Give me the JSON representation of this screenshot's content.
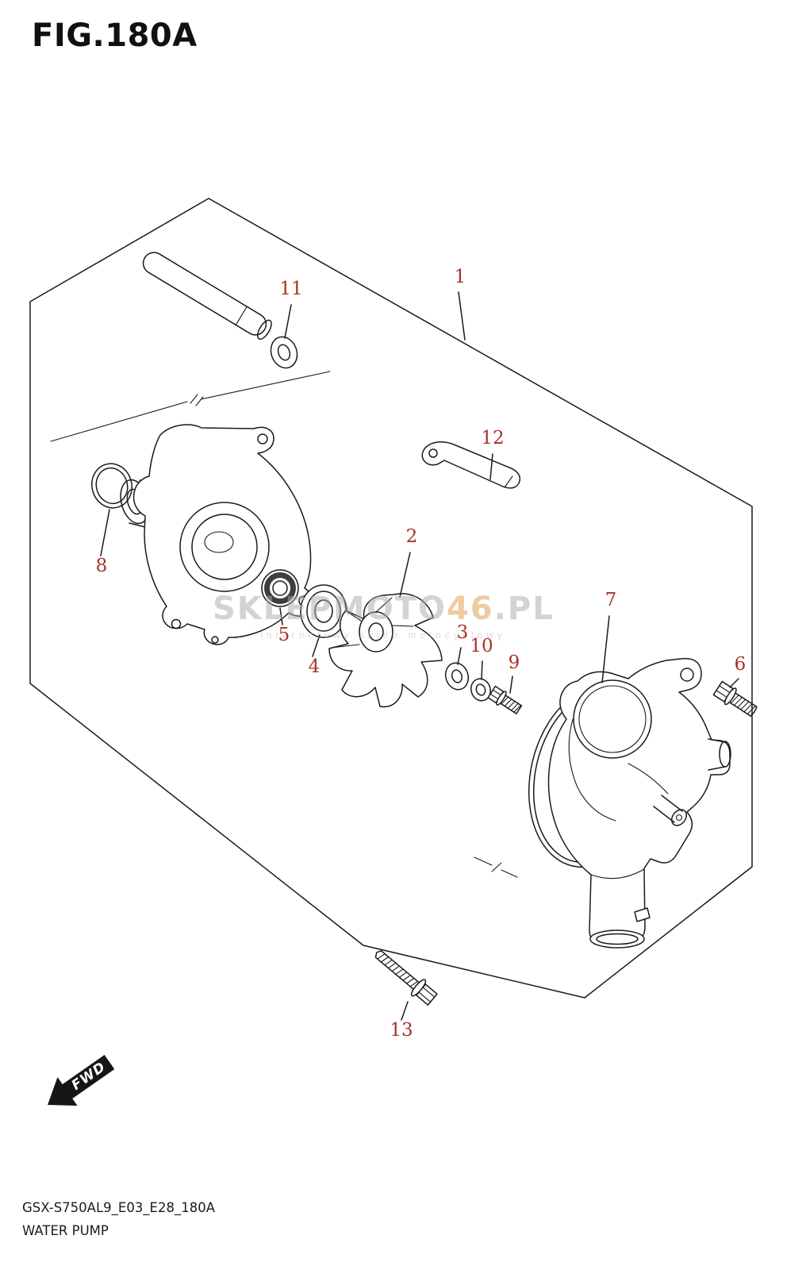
{
  "figure": {
    "title": "FIG.180A",
    "code": "GSX-S750AL9_E03_E28_180A",
    "name": "WATER PUMP",
    "fwd": "FWD"
  },
  "watermark": {
    "prefix": "SKLEPMOTO",
    "number": "46",
    "suffix": ".PL",
    "subtitle": "internetowy sklep motocyklowy"
  },
  "callouts": [
    {
      "part": "1"
    },
    {
      "part": "2"
    },
    {
      "part": "3"
    },
    {
      "part": "4"
    },
    {
      "part": "5"
    },
    {
      "part": "6"
    },
    {
      "part": "7"
    },
    {
      "part": "8"
    },
    {
      "part": "9"
    },
    {
      "part": "10"
    },
    {
      "part": "11"
    },
    {
      "part": "12"
    },
    {
      "part": "13"
    }
  ],
  "colors": {
    "callout": "#a93226",
    "line": "#1a1a1a",
    "watermark": "#a9a9a9",
    "watermark_accent": "#dd9a3f"
  }
}
